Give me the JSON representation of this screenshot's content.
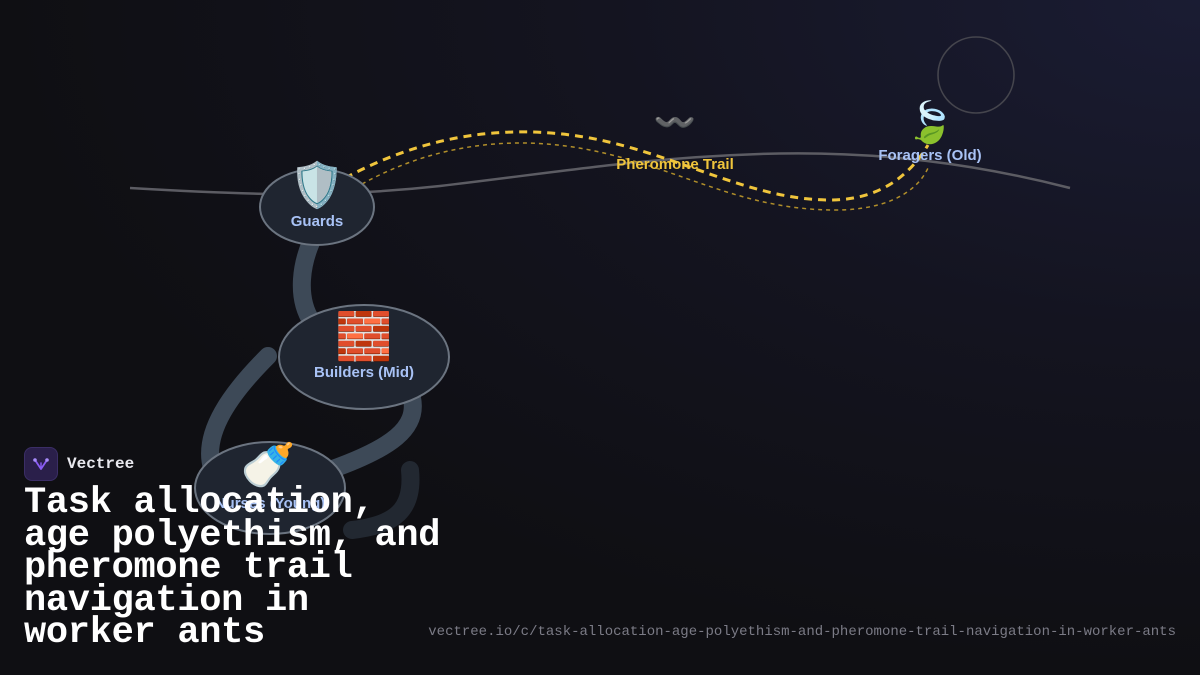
{
  "diagram": {
    "nodes": {
      "guards": {
        "label": "Guards",
        "icon": "shield-icon"
      },
      "builders": {
        "label": "Builders (Mid)",
        "icon": "brick-icon"
      },
      "nurses": {
        "label": "Nurses (Young)",
        "icon": "baby-bottle-icon"
      },
      "foragers": {
        "label": "Foragers (Old)",
        "icon": "leaf-icon"
      }
    },
    "trail": {
      "label": "Pheromone Trail",
      "icon": "wave-icon",
      "color": "#f0c53c"
    }
  },
  "brand": {
    "name": "Vectree",
    "accent": "#8b5cf6"
  },
  "title": "Task allocation, age polyethism, and pheromone trail navigation in worker ants",
  "url": "vectree.io/c/task-allocation-age-polyethism-and-pheromone-trail-navigation-in-worker-ants"
}
